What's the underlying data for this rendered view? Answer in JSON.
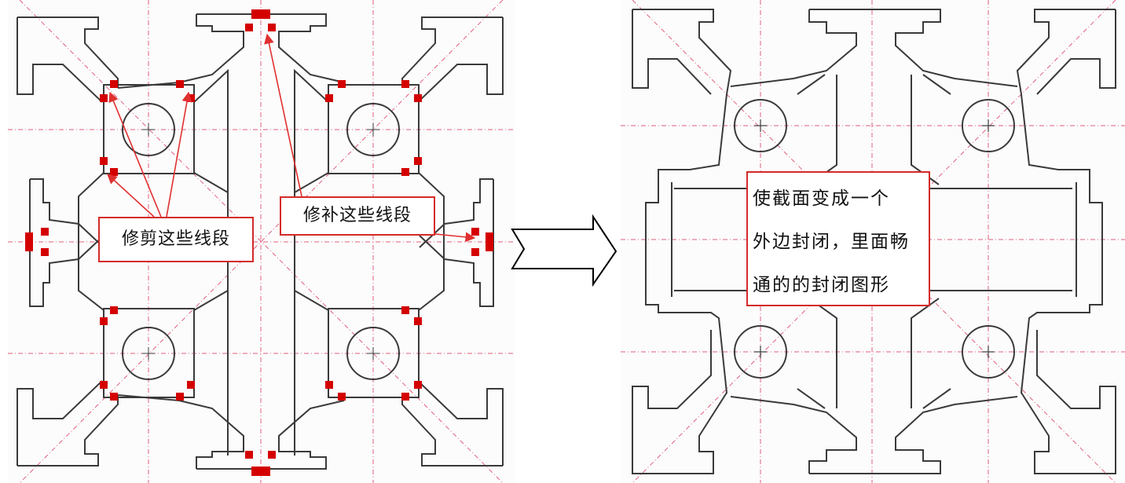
{
  "callouts": {
    "trim": "修剪这些线段",
    "patch": "修补这些线段",
    "result_lines": [
      "使截面变成一个",
      "外边封闭，里面畅",
      "通的的封闭图形"
    ]
  },
  "colors": {
    "outline": "#3a3a3a",
    "centerline": "#e0607e",
    "marker": "#d40000",
    "callout_border": "#d42a2a",
    "arrow": "#000000"
  }
}
